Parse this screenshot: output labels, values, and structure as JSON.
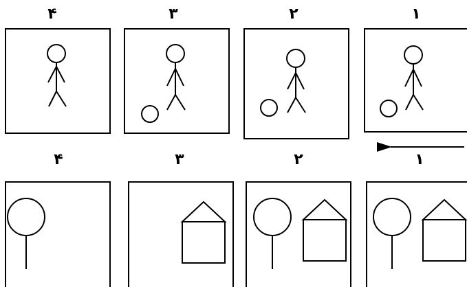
{
  "colors": {
    "ink": "#000000",
    "background": "#ffffff"
  },
  "top_row": {
    "labels": [
      "۴",
      "۳",
      "۲",
      "۱"
    ],
    "arrow_direction": "left"
  },
  "bottom_row": {
    "labels": [
      "۴",
      "۳",
      "۲",
      "۱"
    ]
  }
}
